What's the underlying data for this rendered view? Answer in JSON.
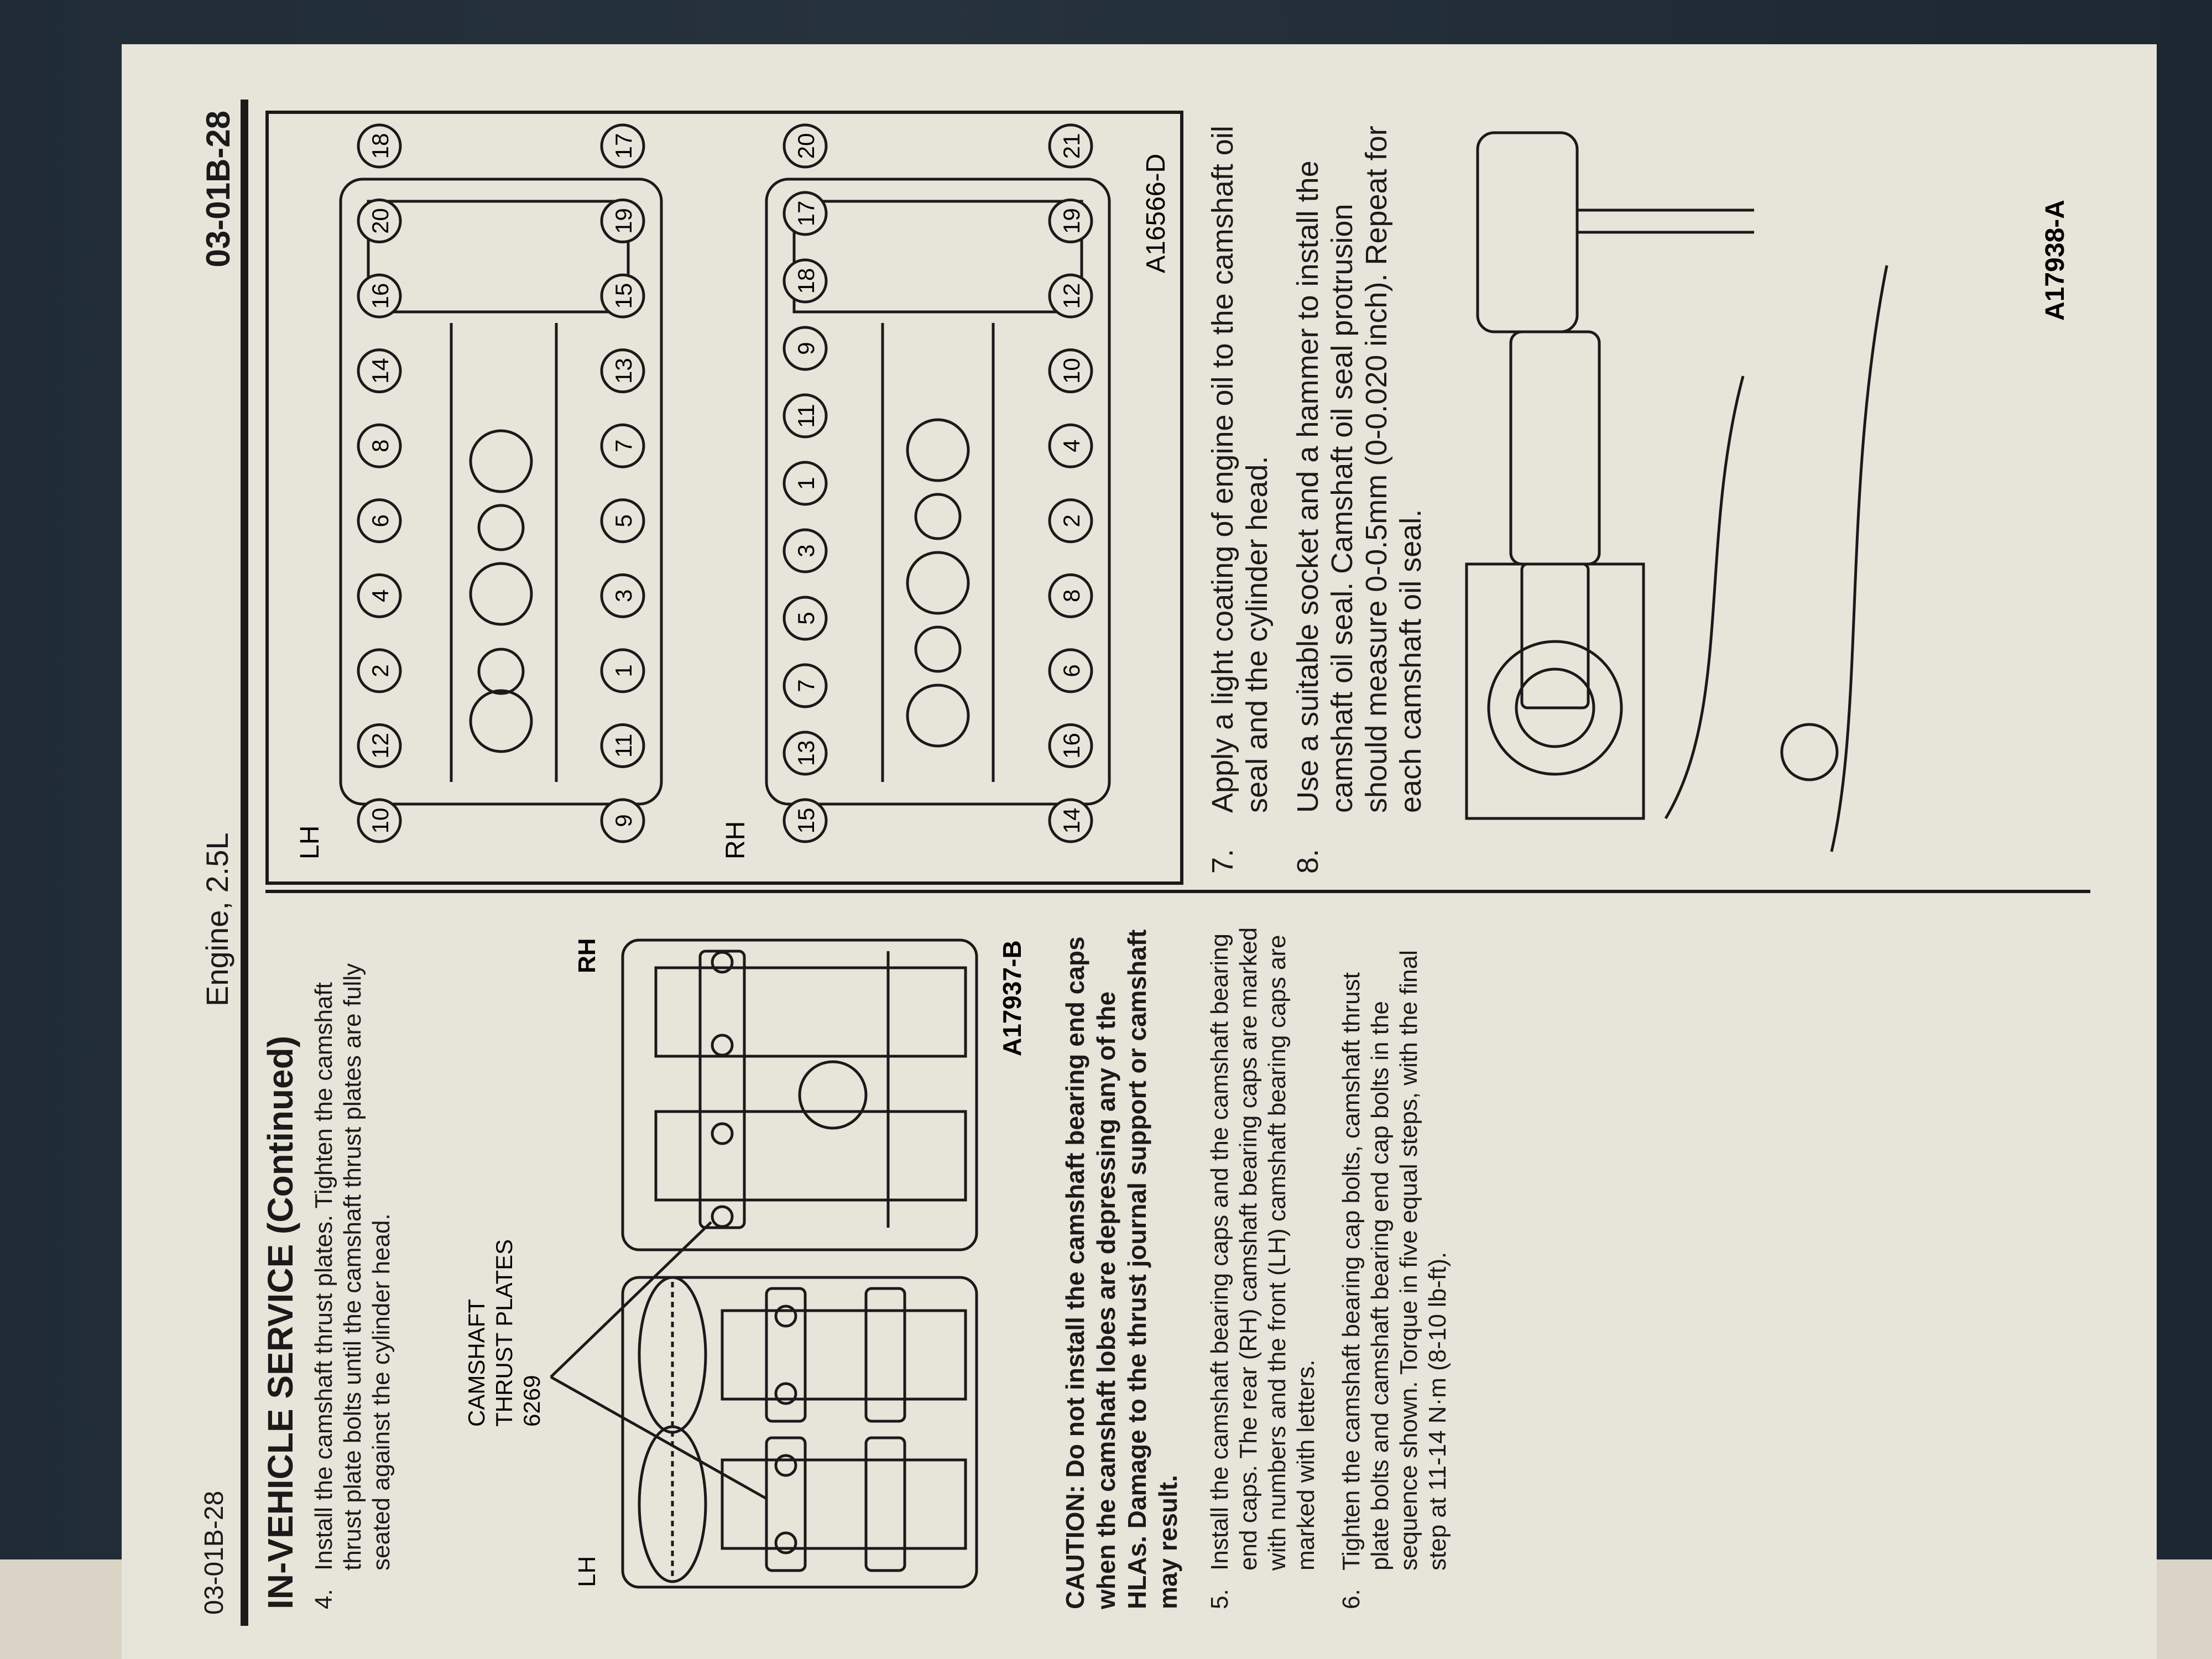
{
  "header": {
    "left": "03-01B-28",
    "center": "Engine, 2.5L",
    "right": "03-01B-28"
  },
  "section_title": "IN-VEHICLE SERVICE (Continued)",
  "steps_left": [
    {
      "num": "4.",
      "text": "Install the camshaft thrust plates. Tighten the camshaft thrust plate bolts until the camshaft thrust plates are fully seated against the cylinder head."
    },
    {
      "num": "5.",
      "text": "Install the camshaft bearing caps and the camshaft bearing end caps. The rear (RH) camshaft bearing caps are marked with numbers and the front (LH) camshaft bearing caps are marked with letters."
    },
    {
      "num": "6.",
      "text": "Tighten the camshaft bearing cap bolts, camshaft thrust plate bolts and camshaft bearing end cap bolts in the sequence shown. Torque in five equal steps, with the final step at 11-14 N·m (8-10 lb-ft)."
    }
  ],
  "caution": "CAUTION: Do not install the camshaft bearing end caps when the camshaft lobes are depressing any of the HLAs. Damage to the thrust journal support or camshaft may result.",
  "figure_thrust": {
    "lh": "LH",
    "rh": "RH",
    "callout_lines": [
      "CAMSHAFT",
      "THRUST PLATES",
      "6269"
    ],
    "id": "A17937-B"
  },
  "figure_sequence": {
    "lh": "LH",
    "rh": "RH",
    "lh_top": [
      "10",
      "12",
      "2",
      "4",
      "6",
      "8",
      "14",
      "16",
      "20",
      "18"
    ],
    "lh_bottom": [
      "9",
      "11",
      "1",
      "3",
      "5",
      "7",
      "13",
      "15",
      "19",
      "17"
    ],
    "rh_top": [
      "15",
      "13",
      "7",
      "5",
      "3",
      "1",
      "11",
      "9",
      "18",
      "17",
      "20"
    ],
    "rh_bottom": [
      "14",
      "16",
      "6",
      "8",
      "2",
      "4",
      "10",
      "12",
      "19",
      "21"
    ],
    "id": "A16566-D"
  },
  "steps_right": [
    {
      "num": "7.",
      "text": "Apply a light coating of engine oil to the camshaft oil seal and the cylinder head."
    },
    {
      "num": "8.",
      "text": "Use a suitable socket and a hammer to install the camshaft oil seal. Camshaft oil seal protrusion should measure 0-0.5mm (0-0.020 inch). Repeat for each camshaft oil seal."
    }
  ],
  "figure_seal": {
    "id": "A17938-A"
  },
  "colors": {
    "paper": "#e7e4da",
    "ink": "#1a1a1a",
    "background": "#1c2630"
  }
}
